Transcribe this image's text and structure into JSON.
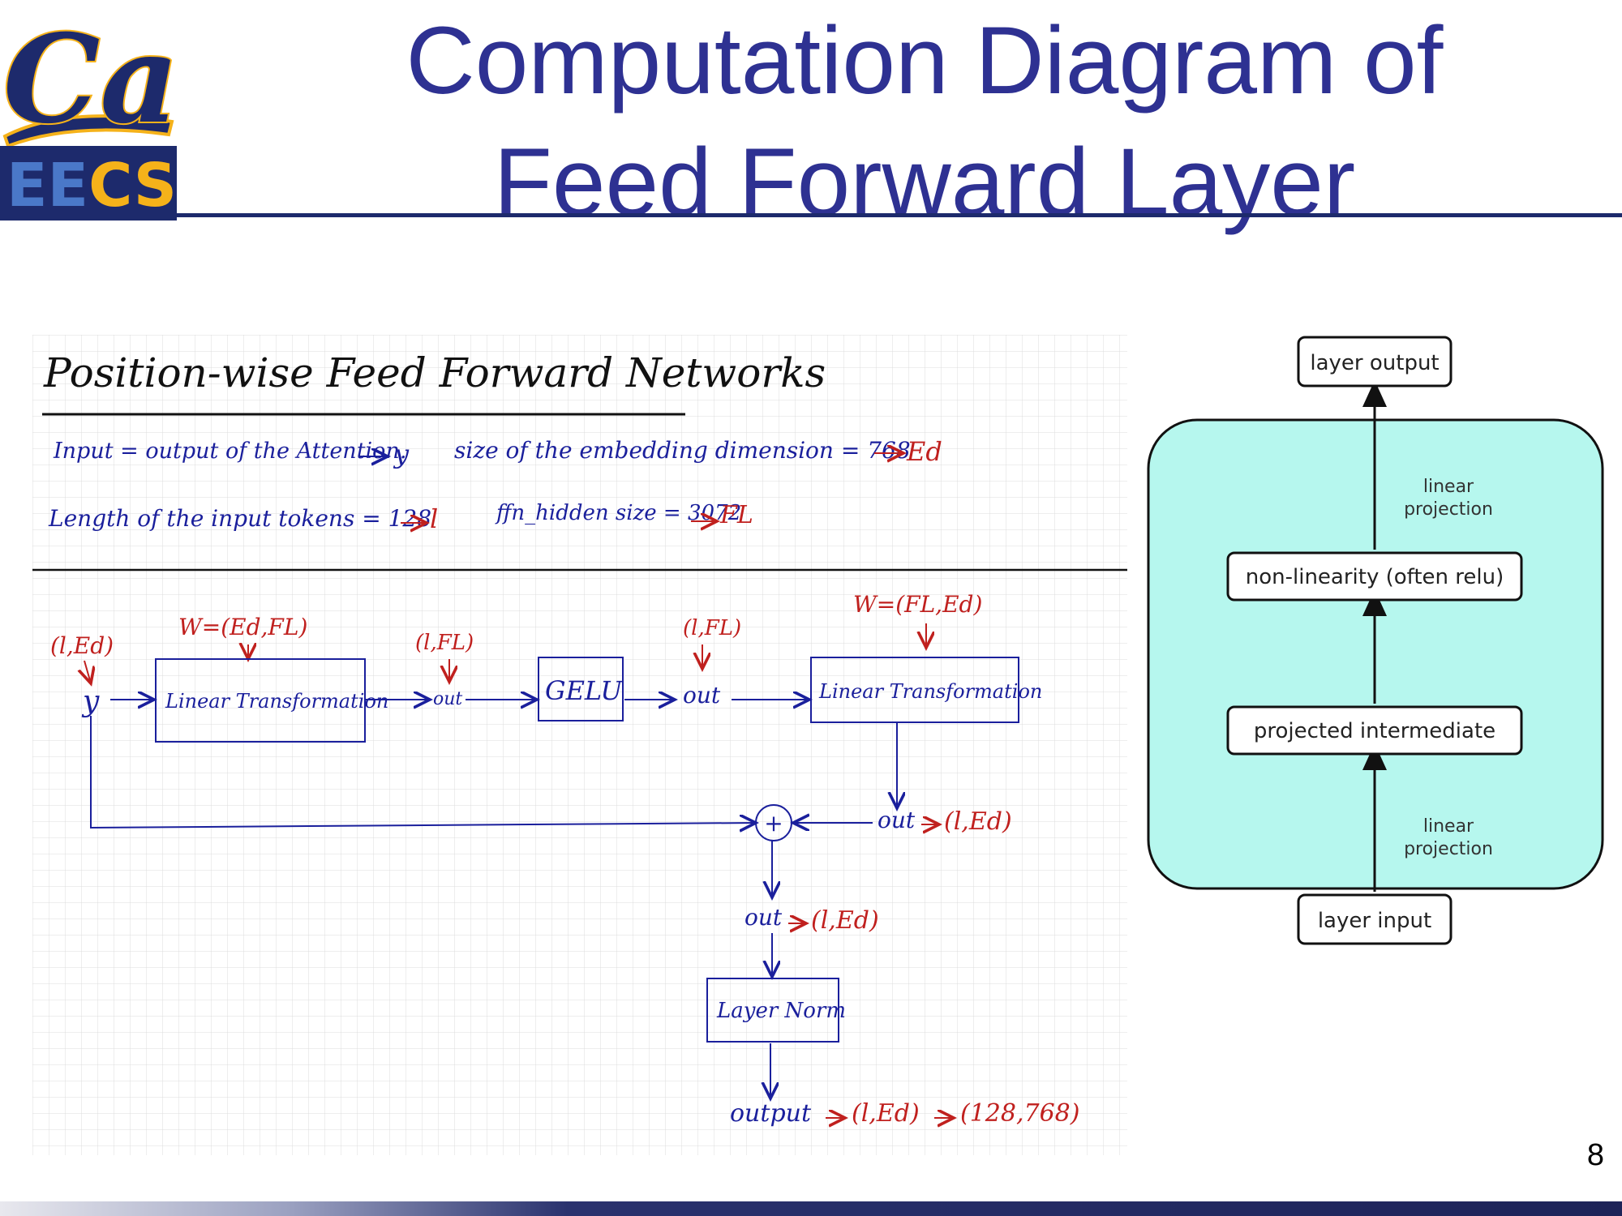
{
  "slide": {
    "title_line1": "Computation Diagram of",
    "title_line2": "Feed Forward Layer",
    "page_number": "8"
  },
  "logo": {
    "cal": "Cal",
    "eecs_blue": "EE",
    "eecs_gold": "CS"
  },
  "colors": {
    "title": "#2e3192",
    "ink_blue": "#1a1f9c",
    "ink_red": "#c0201e",
    "block_fill": "#b6f7ee",
    "cal_navy": "#1d2a6c",
    "cal_gold": "#f5b21a"
  },
  "notes": {
    "heading": "Position-wise Feed Forward Networks",
    "input_def": "Input = output of the Attention.",
    "input_sym": "y",
    "embed_def": "size of the embedding dimension = 768",
    "embed_sym": "Ed",
    "tokens_def": "Length of the input tokens = 128",
    "tokens_sym": "l",
    "hidden_def": "ffn_hidden size = 3072",
    "hidden_sym": "FL"
  },
  "flow": {
    "in_shape": "(l,Ed)",
    "in_var": "y",
    "w1": "W=(Ed,FL)",
    "linear1": "Linear Transformation",
    "shape_fl_1": "(l,FL)",
    "out1": "out",
    "gelu": "GELU",
    "shape_fl_2": "(l,FL)",
    "out2": "out",
    "w2": "W=(FL,Ed)",
    "linear2": "Linear Transformation",
    "plus": "+",
    "out3": "out",
    "out3_shape": "(l,Ed)",
    "out4": "out",
    "out4_shape": "(l,Ed)",
    "layer_norm": "Layer Norm",
    "output": "output",
    "output_shape": "(l,Ed)",
    "output_dims": "(128,768)"
  },
  "schematic": {
    "layer_output": "layer output",
    "linear_projection_top_1": "linear",
    "linear_projection_top_2": "projection",
    "non_linearity": "non-linearity (often relu)",
    "projected_intermediate": "projected intermediate",
    "linear_projection_bottom_1": "linear",
    "linear_projection_bottom_2": "projection",
    "layer_input": "layer input"
  }
}
